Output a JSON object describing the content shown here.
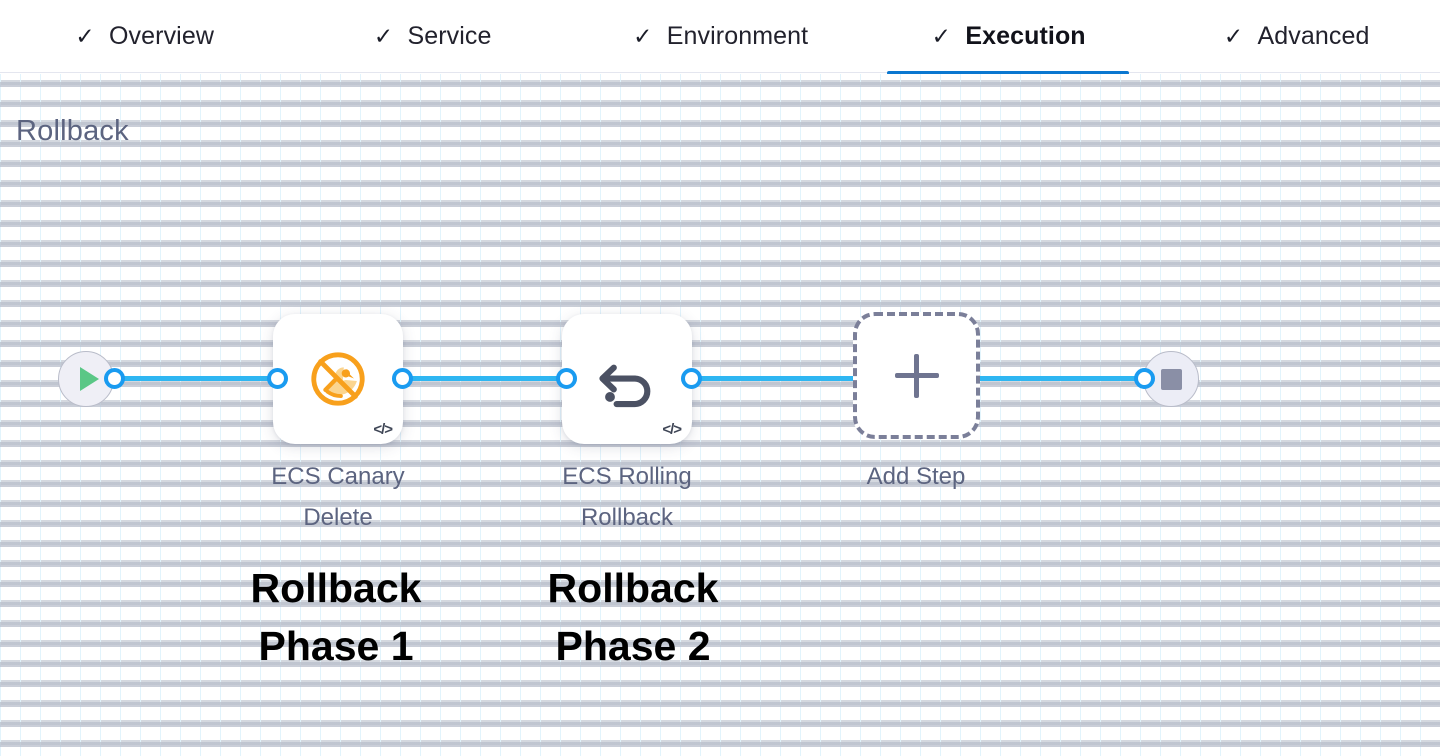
{
  "tabs": [
    {
      "label": "Overview",
      "icon": "check-icon",
      "completed": true,
      "active": false
    },
    {
      "label": "Service",
      "icon": "check-icon",
      "completed": true,
      "active": false
    },
    {
      "label": "Environment",
      "icon": "check-icon",
      "completed": true,
      "active": false
    },
    {
      "label": "Execution",
      "icon": "check-icon",
      "completed": true,
      "active": true
    },
    {
      "label": "Advanced",
      "icon": "check-icon",
      "completed": true,
      "active": false
    }
  ],
  "check_glyph": "✓",
  "canvas": {
    "title": "Rollback",
    "start_node": {
      "name": "start-node",
      "icon": "play-icon"
    },
    "end_node": {
      "name": "end-node",
      "icon": "stop-icon"
    },
    "nodes": [
      {
        "label": "ECS Canary\nDelete",
        "icon": "canary-delete-icon",
        "icon_color": "#F8A01C",
        "code_badge": "</>"
      },
      {
        "label": "ECS Rolling\nRollback",
        "icon": "rollback-arrow-icon",
        "icon_color": "#4B5163",
        "code_badge": "</>"
      }
    ],
    "add_step": {
      "label": "Add Step",
      "icon": "plus-icon"
    },
    "annotations": [
      {
        "text": "Rollback\nPhase 1"
      },
      {
        "text": "Rollback\nPhase 2"
      }
    ]
  },
  "colors": {
    "accent_tab_underline": "#0A77D0",
    "connector_blue": "#2EB6F2",
    "port_ring_blue": "#1A9BF0",
    "title_gray": "#5C6480",
    "canary_orange": "#F8A01C",
    "play_green": "#5AC786",
    "stop_gray": "#8A8FA6",
    "add_step_dash": "#7B7F99",
    "annotation_black": "#000000"
  }
}
